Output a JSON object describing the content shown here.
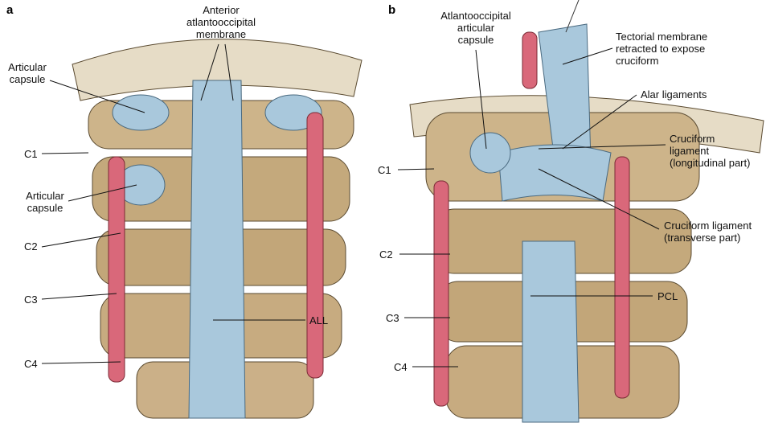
{
  "panel_a": {
    "letter": "a",
    "labels": {
      "anterior_membrane": [
        "Anterior",
        "atlantooccipital",
        "membrane"
      ],
      "articular_capsule_upper": [
        "Articular",
        "capsule"
      ],
      "c1": "C1",
      "articular_capsule_lower": [
        "Articular",
        "capsule"
      ],
      "c2": "C2",
      "c3": "C3",
      "c4": "C4",
      "all": "ALL"
    }
  },
  "panel_b": {
    "letter": "b",
    "labels": {
      "atlantooccipital_capsule": [
        "Atlantooccipital",
        "articular",
        "capsule"
      ],
      "tectorial": [
        "Tectorial membrane",
        "retracted to expose",
        "cruciform"
      ],
      "alar": "Alar ligaments",
      "cruciform_longitudinal": [
        "Cruciform",
        "ligament",
        "(longitudinal part)"
      ],
      "cruciform_transverse": [
        "Cruciform ligament",
        "(transverse part)"
      ],
      "c1": "C1",
      "c2": "C2",
      "c3": "C3",
      "c4": "C4",
      "pcl": "PCL"
    }
  },
  "colors": {
    "bone": "#cdb48a",
    "ligament": "#a9c8dc",
    "artery": "#d9687a",
    "line": "#111111"
  }
}
